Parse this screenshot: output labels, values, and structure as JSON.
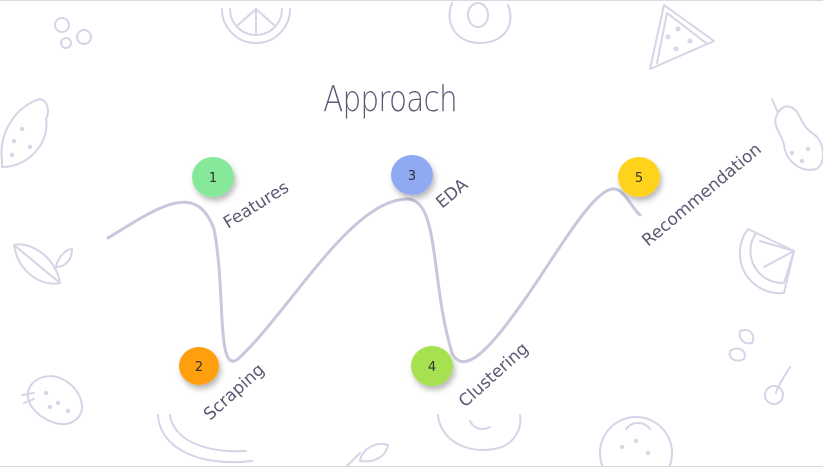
{
  "slide": {
    "title": "Approach"
  },
  "steps": [
    {
      "number": "1",
      "label": "Features",
      "color": "#86e899"
    },
    {
      "number": "2",
      "label": "Scraping",
      "color": "#ff9f0a"
    },
    {
      "number": "3",
      "label": "EDA",
      "color": "#8fa9f2"
    },
    {
      "number": "4",
      "label": "Clustering",
      "color": "#a6e24f"
    },
    {
      "number": "5",
      "label": "Recommendation",
      "color": "#ffd21f"
    }
  ],
  "colors": {
    "path": "#c9c7dc",
    "doodle": "#d6d4e6",
    "text": "#5a5874"
  },
  "decorations": [
    "bubbles-doodle",
    "citrus-slice-doodle",
    "avocado-doodle",
    "watermelon-slice-doodle",
    "lemon-doodle",
    "pear-doodle",
    "leaf-doodle",
    "orange-slice-doodle",
    "strawberry-doodle",
    "banana-doodle",
    "apple-slice-doodle",
    "cherry-doodle",
    "orange-doodle",
    "mint-leaf-doodle"
  ]
}
